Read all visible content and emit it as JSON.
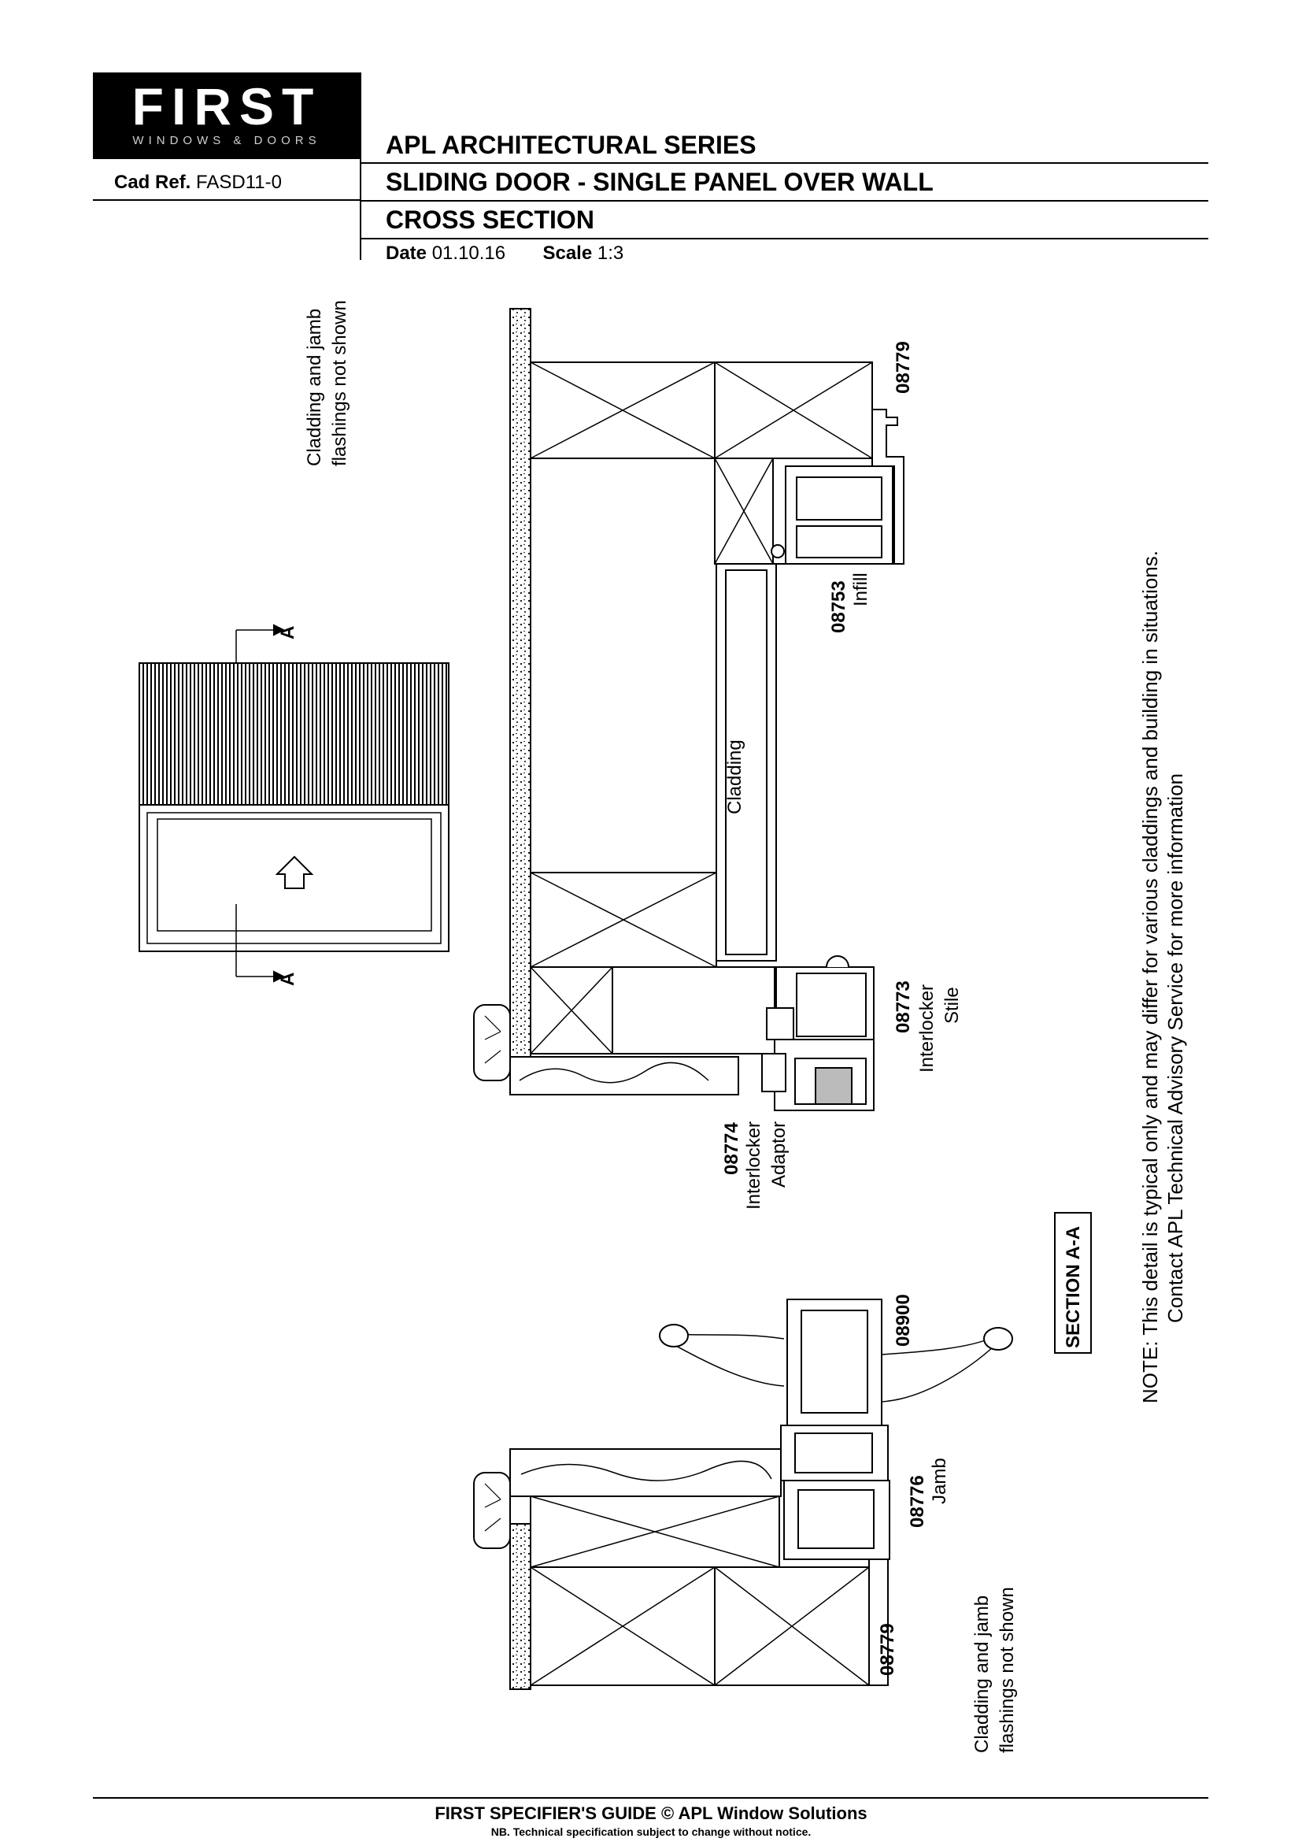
{
  "brand": {
    "name": "FIRST",
    "tagline": "WINDOWS & DOORS"
  },
  "header": {
    "cad_ref_label": "Cad Ref.",
    "cad_ref_value": "FASD11-0",
    "series": "APL ARCHITECTURAL SERIES",
    "product": "SLIDING DOOR - SINGLE PANEL OVER WALL",
    "view": "CROSS SECTION",
    "date_label": "Date",
    "date_value": "01.10.16",
    "scale_label": "Scale",
    "scale_value": "1:3"
  },
  "annotations": {
    "top_note_line1": "Cladding and jamb",
    "top_note_line2": "flashings not shown",
    "bottom_note_line1": "Cladding and jamb",
    "bottom_note_line2": "flashings not shown",
    "cladding": "Cladding",
    "section_marker": "A",
    "section_title": "SECTION A-A",
    "main_note_line1": "NOTE: This detail is typical only and may differ for various claddings and building in situations.",
    "main_note_line2": "Contact APL Technical Advisory Service for more information"
  },
  "parts": [
    {
      "code": "08779",
      "name": ""
    },
    {
      "code": "08753",
      "name": "Infill"
    },
    {
      "code": "08773",
      "name": "Interlocker Stile",
      "name1": "Interlocker",
      "name2": "Stile"
    },
    {
      "code": "08774",
      "name": "Interlocker Adaptor",
      "name1": "Interlocker",
      "name2": "Adaptor"
    },
    {
      "code": "08900",
      "name": ""
    },
    {
      "code": "08776",
      "name": "Jamb"
    },
    {
      "code": "08779",
      "name": ""
    }
  ],
  "footer": {
    "line1": "FIRST SPECIFIER'S GUIDE  © APL Window Solutions",
    "line2": "NB. Technical specification subject to change without notice."
  }
}
